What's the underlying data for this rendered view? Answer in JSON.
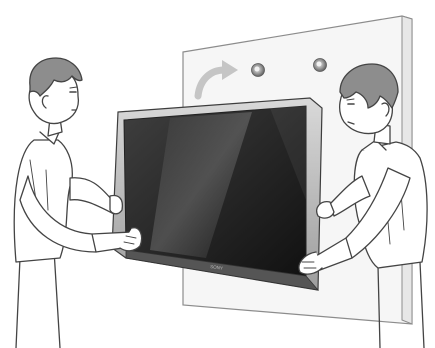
{
  "illustration": {
    "icons": {
      "wall": "wall-panel",
      "mount_holes": "wall-mount-hole-icon",
      "arrow": "curved-arrow-icon",
      "tv": "flat-screen-tv-icon",
      "person_left": "installer-person-left",
      "person_right": "installer-person-right"
    },
    "tv_brand_label": "SONY",
    "colors": {
      "line": "#444444",
      "wall_fill": "#f4f4f4",
      "screen_dark": "#1b1b1b",
      "screen_mid": "#3a3a3a",
      "hair": "#8a8a8a",
      "arrow": "#bdbdbd",
      "skin": "#ffffff"
    }
  }
}
